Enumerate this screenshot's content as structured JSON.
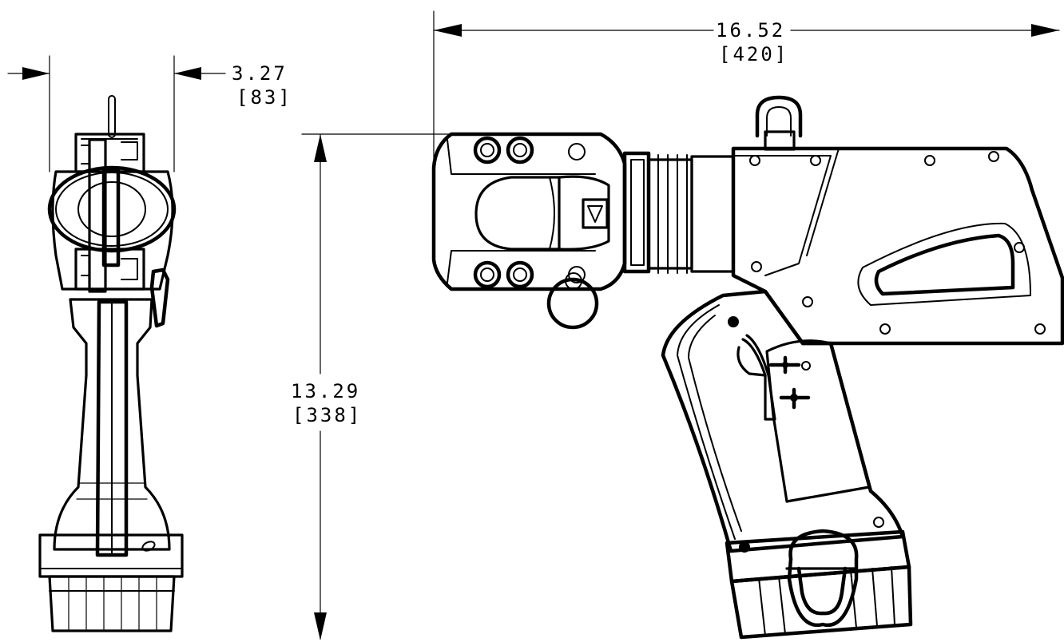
{
  "dimensions": {
    "width_front": {
      "value": "3.27",
      "metric": "[83]"
    },
    "length_overall": {
      "value": "16.52",
      "metric": "[420]"
    },
    "height_overall": {
      "value": "13.29",
      "metric": "[338]"
    }
  },
  "colors": {
    "line": "#000000",
    "background": "#ffffff"
  }
}
